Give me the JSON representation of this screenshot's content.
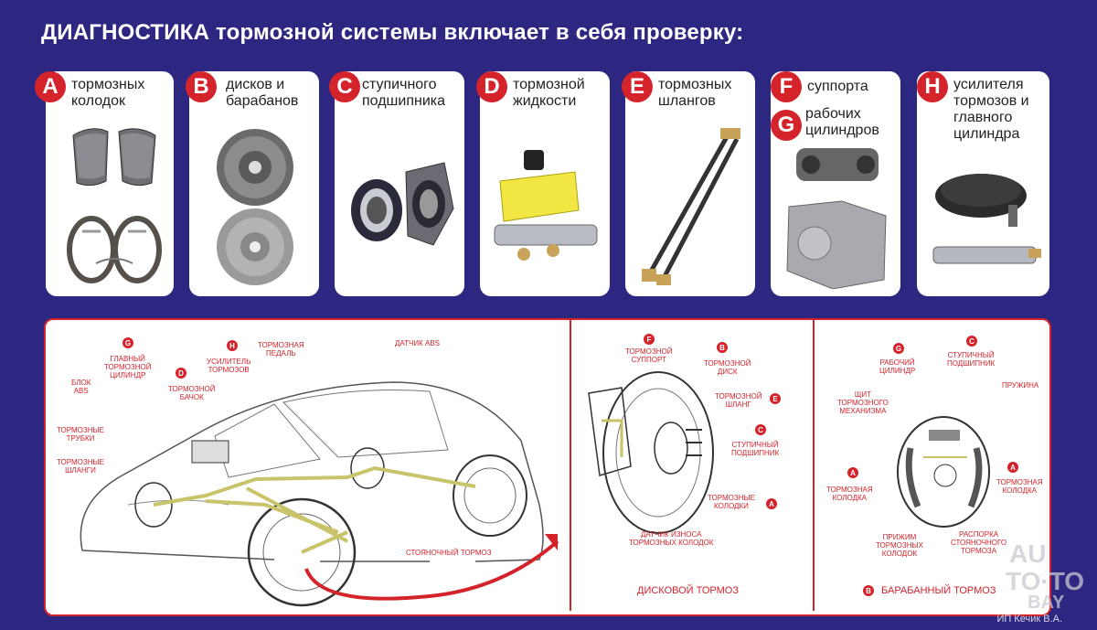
{
  "title": {
    "bold": "ДИАГНОСТИКА",
    "rest": " тормозной системы включает в себя проверку:"
  },
  "cards": [
    {
      "letter": "A",
      "line1": "тормозных",
      "line2": "колодок"
    },
    {
      "letter": "B",
      "line1": "дисков и",
      "line2": "барабанов"
    },
    {
      "letter": "C",
      "line1": "ступичного",
      "line2": "подшипника"
    },
    {
      "letter": "D",
      "line1": "тормозной",
      "line2": "жидкости"
    },
    {
      "letter": "E",
      "line1": "тормозных",
      "line2": "шлангов"
    },
    {
      "letter": "F",
      "line1": "суппорта",
      "line2": ""
    },
    {
      "letter": "G",
      "line1": "рабочих",
      "line2": "цилиндров"
    },
    {
      "letter": "H",
      "line1": "усилителя",
      "line2": "тормозов и",
      "line3": "главного",
      "line4": "цилиндра"
    }
  ],
  "car": {
    "g": "G",
    "d": "D",
    "h": "H",
    "main_cyl": [
      "ГЛАВНЫЙ",
      "ТОРМОЗНОЙ",
      "ЦИЛИНДР"
    ],
    "abs_block": [
      "БЛОК",
      "ABS"
    ],
    "tank": [
      "ТОРМОЗНОЙ",
      "БАЧОК"
    ],
    "booster": [
      "УСИЛИТЕЛЬ",
      "ТОРМОЗОВ"
    ],
    "pedal": [
      "ТОРМОЗНАЯ",
      "ПЕДАЛЬ"
    ],
    "abs_sensor": "ДАТЧИК ABS",
    "tubes": [
      "ТОРМОЗНЫЕ",
      "ТРУБКИ"
    ],
    "hoses": [
      "ТОРМОЗНЫЕ",
      "ШЛАНГИ"
    ],
    "parking": "СТОЯНОЧНЫЙ ТОРМОЗ"
  },
  "disc": {
    "f": "F",
    "b": "B",
    "e": "E",
    "c": "C",
    "a": "A",
    "caliper": [
      "ТОРМОЗНОЙ",
      "СУППОРТ"
    ],
    "disc": [
      "ТОРМОЗНОЙ",
      "ДИСК"
    ],
    "hose": [
      "ТОРМОЗНОЙ",
      "ШЛАНГ"
    ],
    "bearing": [
      "СТУПИЧНЫЙ",
      "ПОДШИПНИК"
    ],
    "pads": [
      "ТОРМОЗНЫЕ",
      "КОЛОДКИ"
    ],
    "wear": [
      "ДАТЧИК ИЗНОСА",
      "ТОРМОЗНЫХ КОЛОДОК"
    ],
    "title": "ДИСКОВОЙ ТОРМОЗ"
  },
  "drum": {
    "g": "G",
    "c": "C",
    "a1": "A",
    "a2": "A",
    "b": "B",
    "cyl": [
      "РАБОЧИЙ",
      "ЦИЛИНДР"
    ],
    "bearing": [
      "СТУПИЧНЫЙ",
      "ПОДШИПНИК"
    ],
    "spring": "ПРУЖИНА",
    "shield": [
      "ЩИТ",
      "ТОРМОЗНОГО",
      "МЕХАНИЗМА"
    ],
    "pad_l": [
      "ТОРМОЗНАЯ",
      "КОЛОДКА"
    ],
    "pad_r": [
      "ТОРМОЗНАЯ",
      "КОЛОДКА"
    ],
    "clamp": [
      "ПРИЖИМ",
      "ТОРМОЗНЫХ",
      "КОЛОДОК"
    ],
    "spacer": [
      "РАСПОРКА",
      "СТОЯНОЧНОГО",
      "ТОРМОЗА"
    ],
    "title": "БАРАБАННЫЙ ТОРМОЗ"
  },
  "watermark": {
    "l1": "AU",
    "l2": "TO·TO",
    "l3": "BAY"
  },
  "copyright": "ИП Кечик В.А."
}
